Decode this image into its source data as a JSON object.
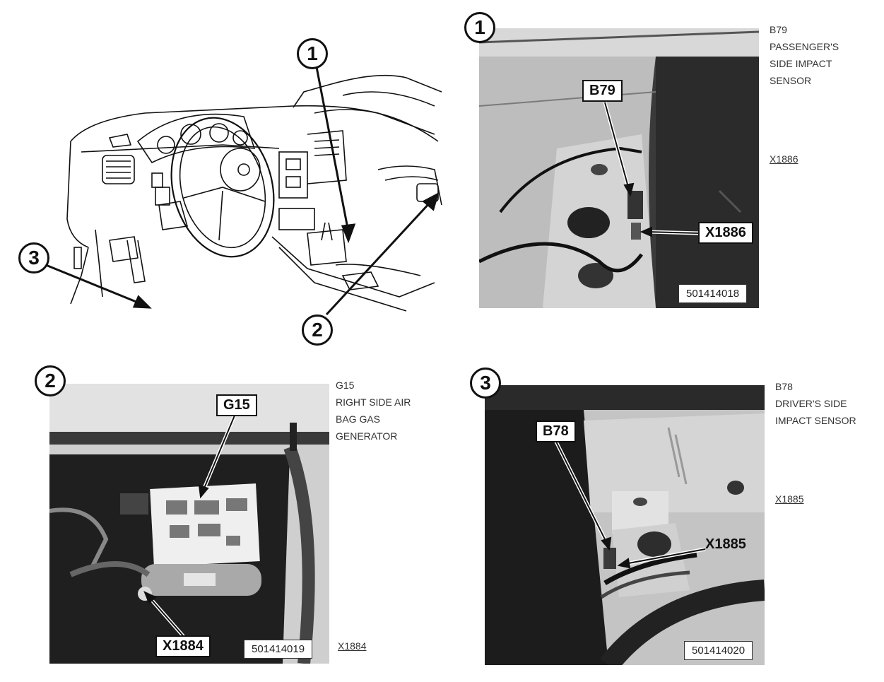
{
  "overview": {
    "callout_1": "1",
    "callout_2": "2",
    "callout_3": "3"
  },
  "photo1": {
    "number": "1",
    "label_sensor": "B79",
    "label_connector": "X1886",
    "figure_code": "501414018",
    "caption": [
      "B79",
      "PASSENGER'S",
      "SIDE IMPACT",
      "SENSOR"
    ],
    "connector_ref": "X1886"
  },
  "photo2": {
    "number": "2",
    "label_generator": "G15",
    "label_connector": "X1884",
    "figure_code": "501414019",
    "caption": [
      "G15",
      "RIGHT SIDE AIR",
      "BAG GAS",
      "GENERATOR"
    ],
    "connector_ref": "X1884"
  },
  "photo3": {
    "number": "3",
    "label_sensor": "B78",
    "label_connector": "X1885",
    "figure_code": "501414020",
    "caption": [
      "B78",
      "DRIVER'S SIDE",
      "IMPACT SENSOR"
    ],
    "connector_ref": "X1885"
  }
}
